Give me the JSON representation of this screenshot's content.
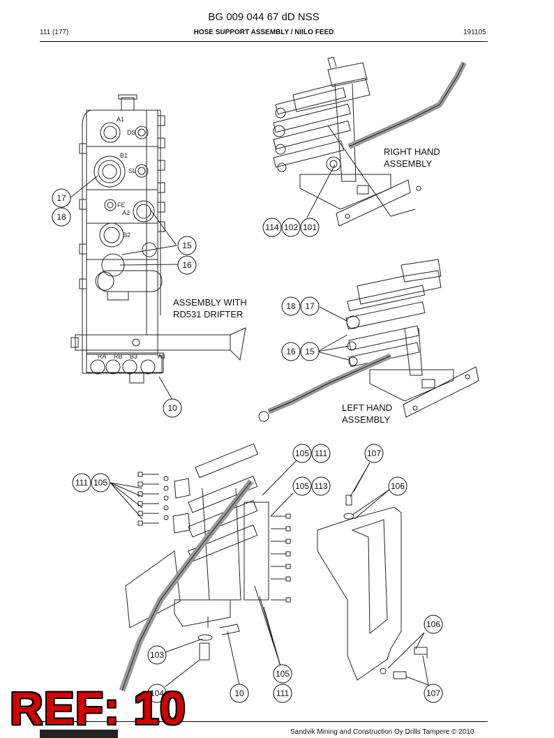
{
  "header": {
    "doc_code": "BG 009 044 67 dD NSS",
    "page": "111 (177)",
    "section": "HOSE SUPPORT ASSEMBLY / NIILO FEED",
    "date": "191105"
  },
  "labels": {
    "right_hand_1": "RIGHT HAND",
    "right_hand_2": "ASSEMBLY",
    "rd531_1": "ASSEMBLY WITH",
    "rd531_2": "RD531 DRIFTER",
    "left_hand_1": "LEFT HAND",
    "left_hand_2": "ASSEMBLY"
  },
  "port_marks": {
    "a1": "A1",
    "ds": "DS",
    "b1": "B1",
    "sl": "SL",
    "fe": "FE",
    "a2": "A2",
    "b2": "B2",
    "ra": "RA",
    "rb": "RB",
    "b3": "B3",
    "a3": "A3"
  },
  "callouts": {
    "c17a": "17",
    "c18a": "18",
    "c15a": "15",
    "c16a": "16",
    "c10a": "10",
    "c114": "114",
    "c102": "102",
    "c101": "101",
    "c18b": "18",
    "c17b": "17",
    "c16b": "16",
    "c15b": "15",
    "c105a": "105",
    "c111a": "111",
    "c107a": "107",
    "c111b": "111",
    "c105b": "105",
    "c105c": "105",
    "c113": "113",
    "c106a": "106",
    "c106b": "106",
    "c103": "103",
    "c104": "104",
    "c10b": "10",
    "c105d": "105",
    "c111c": "111",
    "c107b": "107"
  },
  "stamp": {
    "ref": "REF: 10"
  },
  "footer": {
    "copyright": "Sandvik Mining and Construction Oy Drills Tampere © 2010"
  }
}
